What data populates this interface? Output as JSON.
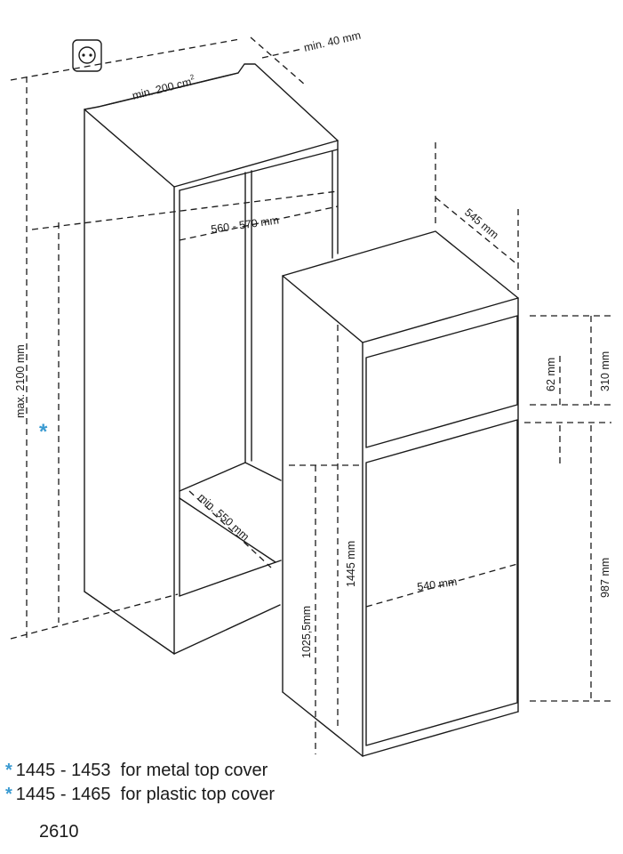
{
  "dimensions": {
    "min_40": "min. 40 mm",
    "min_200_prefix": "min. 200 cm",
    "min_200_sup": "2",
    "niche_width": "560 - 570 mm",
    "niche_height": "max. 2100 mm",
    "niche_depth": "min. 550 mm",
    "appliance_depth": "545 mm",
    "appliance_width": "540 mm",
    "appliance_height": "1445 mm",
    "fridge_door_height": "1025,5mm",
    "top_gap": "62 mm",
    "top_section": "310 mm",
    "bottom_section": "987 mm"
  },
  "marker": "*",
  "colors": {
    "accent": "#3a9ad1",
    "line": "#1a1a1a"
  },
  "icons": [
    "power-socket-icon"
  ],
  "notes": [
    {
      "marker": "*",
      "text": "1445 - 1453  for metal top cover"
    },
    {
      "marker": "*",
      "text": "1445 - 1465  for plastic top cover"
    }
  ],
  "model_code": "2610"
}
